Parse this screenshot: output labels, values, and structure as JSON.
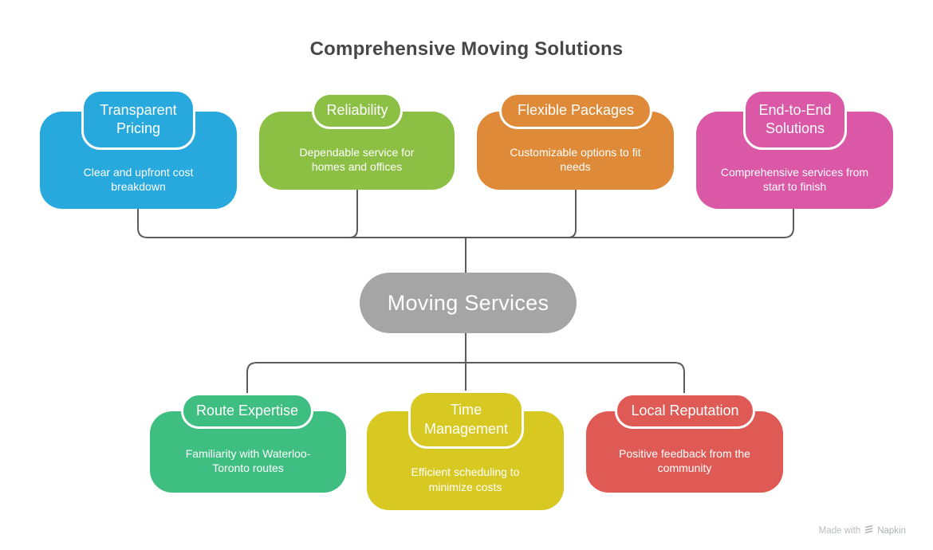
{
  "title": "Comprehensive Moving Solutions",
  "center": {
    "label": "Moving Services",
    "color": "#a5a5a5"
  },
  "connectors": {
    "color": "#5a5b5d"
  },
  "top_nodes": [
    {
      "label": "Transparent Pricing",
      "description": "Clear and upfront cost breakdown",
      "color": "#28a9dd"
    },
    {
      "label": "Reliability",
      "description": "Dependable service for homes and offices",
      "color": "#8cc044"
    },
    {
      "label": "Flexible Packages",
      "description": "Customizable options to fit needs",
      "color": "#de8a38"
    },
    {
      "label": "End-to-End Solutions",
      "description": "Comprehensive services from start to finish",
      "color": "#da58a5"
    }
  ],
  "bottom_nodes": [
    {
      "label": "Route Expertise",
      "description": "Familiarity with Waterloo-Toronto routes",
      "color": "#3fbe82"
    },
    {
      "label": "Time Management",
      "description": "Efficient scheduling to minimize costs",
      "color": "#d8c822"
    },
    {
      "label": "Local Reputation",
      "description": "Positive feedback from the community",
      "color": "#df5955"
    }
  ],
  "watermark": {
    "prefix": "Made with",
    "brand": "Napkin"
  }
}
